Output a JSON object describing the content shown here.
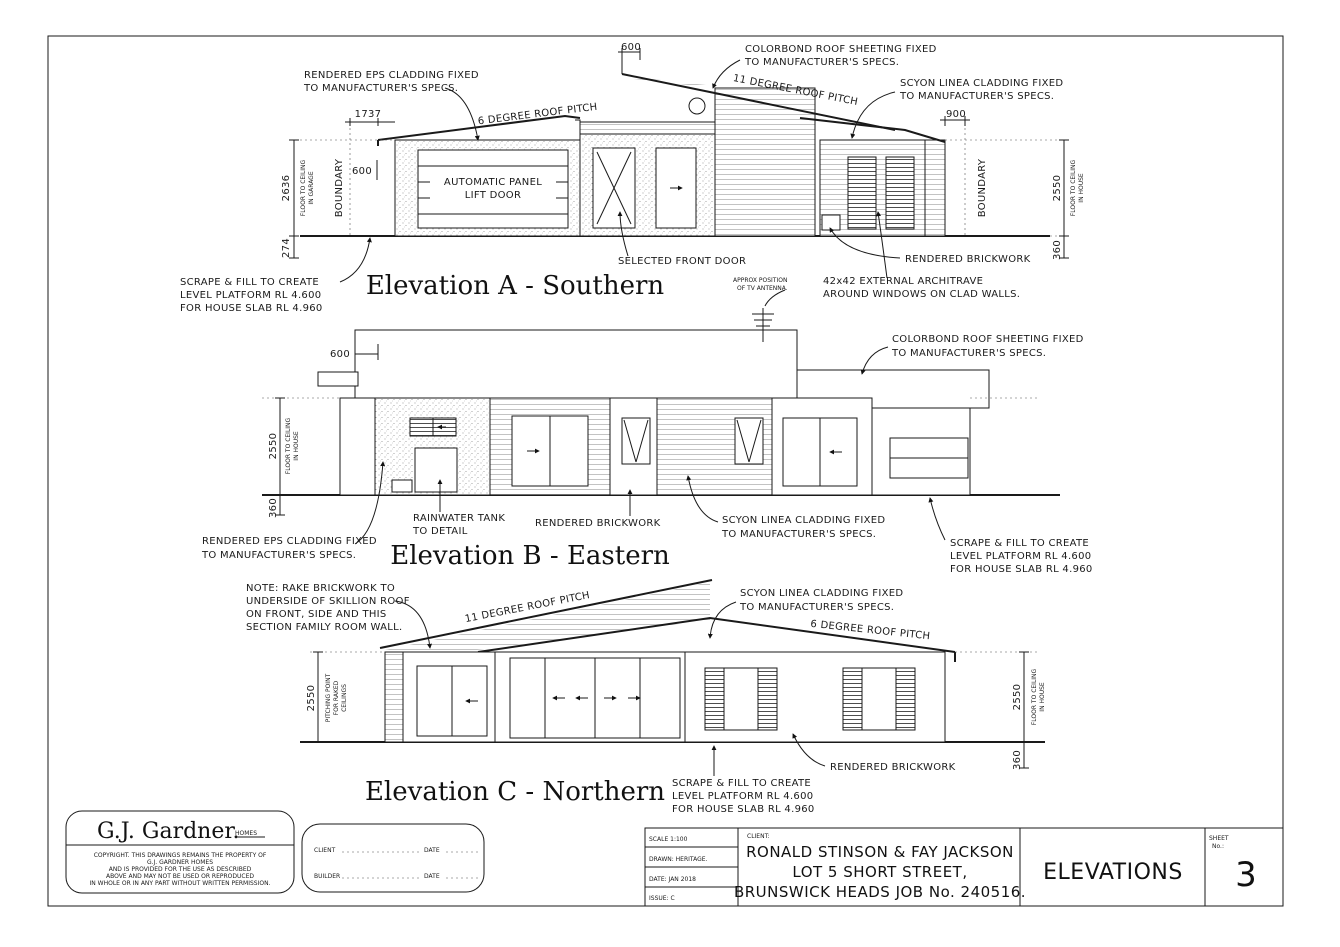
{
  "elevation_a": {
    "title": "Elevation A - Southern",
    "dims": {
      "d600_top": "600",
      "d1737": "1737",
      "d600_side": "600",
      "d900": "900",
      "h2636": "2636",
      "h274": "274",
      "h2550": "2550",
      "h360": "360"
    },
    "labels": {
      "floor_ceiling_garage": [
        "FLOOR TO CEILING",
        "IN GARAGE"
      ],
      "floor_ceiling_house": [
        "FLOOR TO CEILING",
        "IN HOUSE"
      ],
      "boundary_left": "BOUNDARY",
      "boundary_right": "BOUNDARY",
      "garage_door": [
        "AUTOMATIC PANEL",
        "LIFT DOOR"
      ],
      "roof_pitch_6": "6 DEGREE ROOF PITCH",
      "roof_pitch_11": "11 DEGREE ROOF PITCH"
    },
    "notes": {
      "eps_cladding": [
        "RENDERED EPS CLADDING FIXED",
        "TO MANUFACTURER'S SPECS."
      ],
      "colorbond": [
        "COLORBOND ROOF SHEETING FIXED",
        "TO MANUFACTURER'S SPECS."
      ],
      "scyon": [
        "SCYON LINEA CLADDING FIXED",
        "TO MANUFACTURER'S SPECS."
      ],
      "scrape_fill": [
        "SCRAPE & FILL TO CREATE",
        "LEVEL PLATFORM RL 4.600",
        "FOR HOUSE SLAB RL 4.960"
      ],
      "front_door": "SELECTED FRONT DOOR",
      "brickwork": "RENDERED BRICKWORK",
      "architrave": [
        "42x42 EXTERNAL ARCHITRAVE",
        "AROUND WINDOWS ON CLAD WALLS."
      ]
    }
  },
  "elevation_b": {
    "title": "Elevation B - Eastern",
    "dims": {
      "d600": "600",
      "h2550": "2550",
      "h360": "360"
    },
    "labels": {
      "floor_ceiling_house": [
        "FLOOR TO CEILING",
        "IN HOUSE"
      ],
      "tv_antenna": [
        "APPROX POSITION",
        "OF TV ANTENNA."
      ]
    },
    "notes": {
      "colorbond": [
        "COLORBOND ROOF SHEETING FIXED",
        "TO MANUFACTURER'S SPECS."
      ],
      "eps_cladding": [
        "RENDERED EPS CLADDING FIXED",
        "TO MANUFACTURER'S SPECS."
      ],
      "rainwater": [
        "RAINWATER TANK",
        "TO DETAIL"
      ],
      "brickwork": "RENDERED BRICKWORK",
      "scyon": [
        "SCYON LINEA CLADDING FIXED",
        "TO MANUFACTURER'S SPECS."
      ],
      "scrape_fill": [
        "SCRAPE & FILL TO CREATE",
        "LEVEL PLATFORM RL 4.600",
        "FOR HOUSE SLAB RL 4.960"
      ]
    }
  },
  "elevation_c": {
    "title": "Elevation C - Northern",
    "dims": {
      "h2550_left": "2550",
      "h2550_right": "2550",
      "h360": "360"
    },
    "labels": {
      "pitching_point": [
        "PITCHING POINT",
        "FOR RAKED",
        "CEILINGS"
      ],
      "floor_ceiling_house": [
        "FLOOR TO CEILING",
        "IN HOUSE"
      ],
      "roof_pitch_11": "11 DEGREE ROOF PITCH",
      "roof_pitch_6": "6 DEGREE ROOF PITCH"
    },
    "notes": {
      "rake": [
        "NOTE: RAKE BRICKWORK TO",
        "UNDERSIDE OF SKILLION ROOF",
        "ON FRONT, SIDE AND THIS",
        "SECTION FAMILY ROOM WALL."
      ],
      "scyon": [
        "SCYON LINEA CLADDING FIXED",
        "TO MANUFACTURER'S SPECS."
      ],
      "brickwork": "RENDERED BRICKWORK",
      "scrape_fill": [
        "SCRAPE & FILL TO CREATE",
        "LEVEL PLATFORM RL 4.600",
        "FOR HOUSE SLAB RL 4.960"
      ]
    }
  },
  "title_block": {
    "logo": "G.J. Gardner.",
    "logo_tag": "HOMES",
    "copyright": [
      "COPYRIGHT. THIS DRAWINGS REMAINS THE PROPERTY OF",
      "G.J. GARDNER HOMES",
      "AND IS PROVIDED FOR THE USE AS DESCRIBED",
      "ABOVE AND MAY NOT BE USED OR REPRODUCED",
      "IN WHOLE OR IN ANY PART WITHOUT WRITTEN PERMISSION."
    ],
    "sign": {
      "client": "CLIENT",
      "builder": "BUILDER",
      "date": "DATE"
    },
    "scale": "SCALE 1:100",
    "drawn": "DRAWN:  HERITAGE.",
    "date": "DATE:   JAN 2018",
    "issue": "ISSUE:   C",
    "client_label": "CLIENT:",
    "client_lines": [
      "RONALD STINSON & FAY JACKSON",
      "LOT 5 SHORT STREET,",
      "BRUNSWICK HEADS JOB No. 240516."
    ],
    "sheet_name": "ELEVATIONS",
    "sheet_label": [
      "SHEET",
      "No.:"
    ],
    "sheet_no": "3"
  }
}
